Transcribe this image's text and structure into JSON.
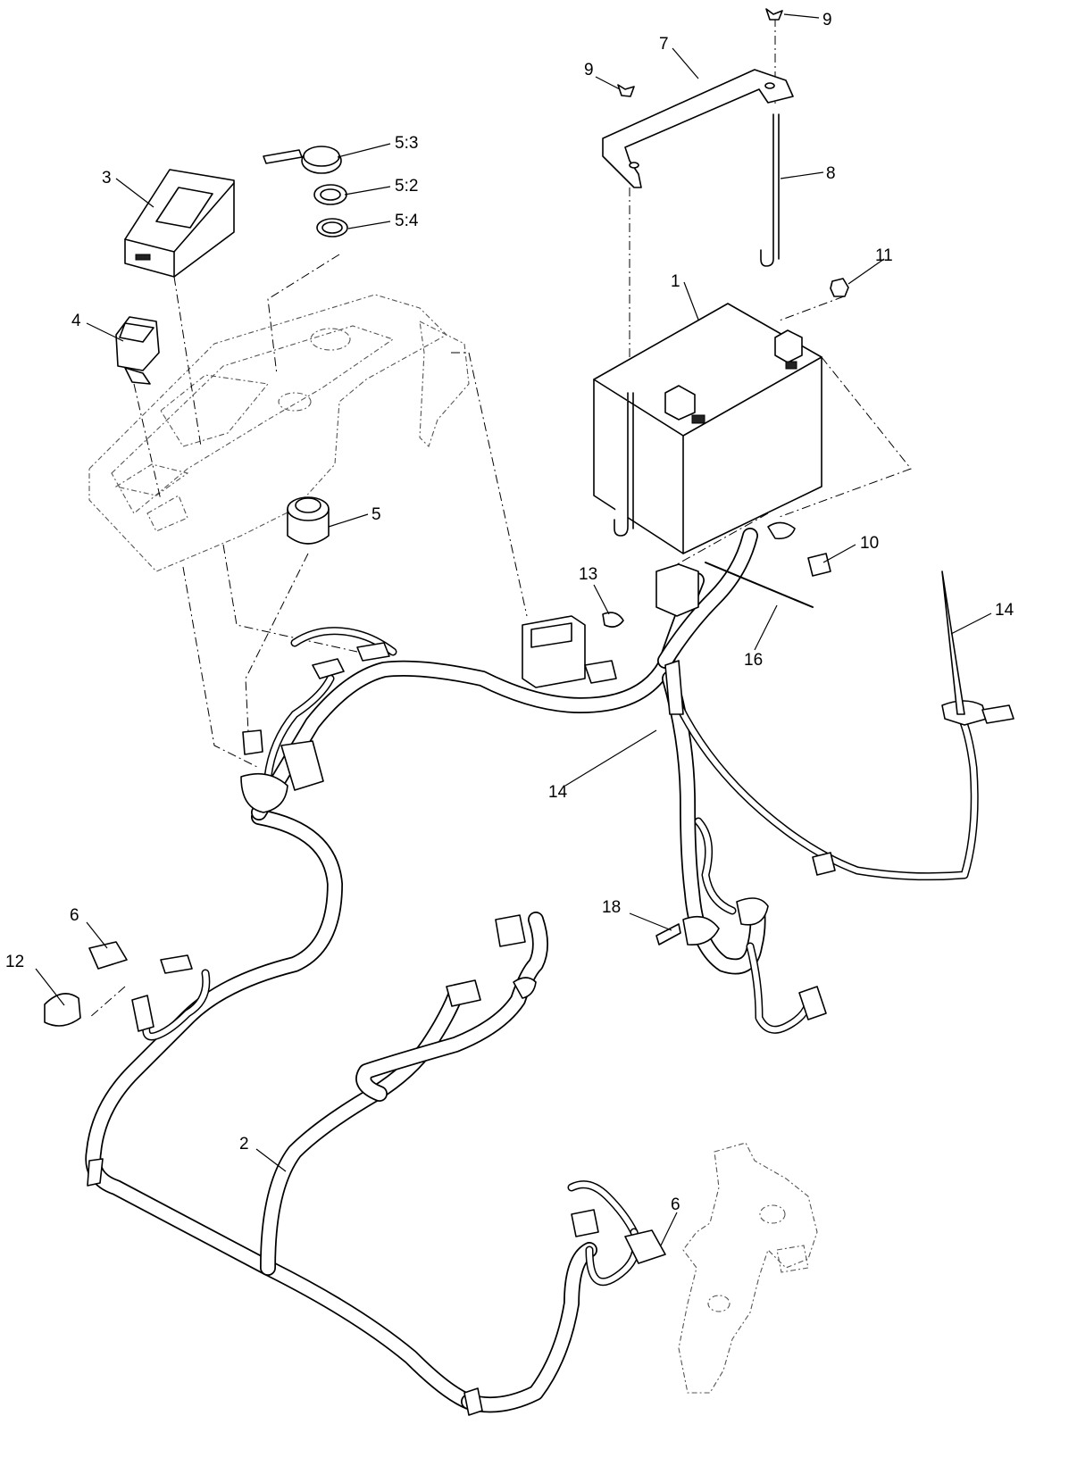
{
  "callouts": [
    {
      "id": "1",
      "label": "1"
    },
    {
      "id": "2",
      "label": "2"
    },
    {
      "id": "3",
      "label": "3"
    },
    {
      "id": "4",
      "label": "4"
    },
    {
      "id": "5",
      "label": "5"
    },
    {
      "id": "5-3",
      "label": "5:3"
    },
    {
      "id": "5-2",
      "label": "5:2"
    },
    {
      "id": "5-4",
      "label": "5:4"
    },
    {
      "id": "6a",
      "label": "6"
    },
    {
      "id": "6b",
      "label": "6"
    },
    {
      "id": "7",
      "label": "7"
    },
    {
      "id": "8",
      "label": "8"
    },
    {
      "id": "9a",
      "label": "9"
    },
    {
      "id": "9b",
      "label": "9"
    },
    {
      "id": "10",
      "label": "10"
    },
    {
      "id": "11",
      "label": "11"
    },
    {
      "id": "12",
      "label": "12"
    },
    {
      "id": "13",
      "label": "13"
    },
    {
      "id": "14a",
      "label": "14"
    },
    {
      "id": "14b",
      "label": "14"
    },
    {
      "id": "16",
      "label": "16"
    },
    {
      "id": "18",
      "label": "18"
    }
  ]
}
